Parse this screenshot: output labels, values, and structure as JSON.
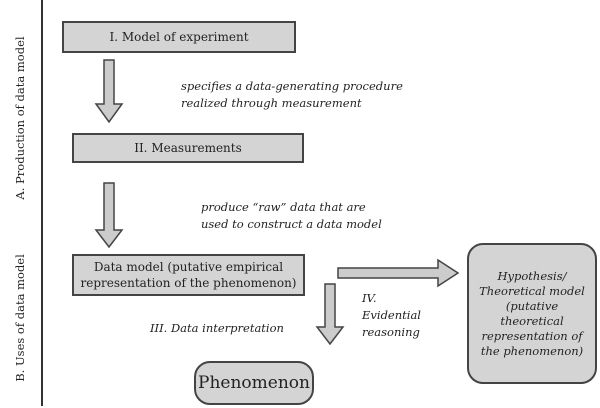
{
  "side_labels": {
    "production": "A. Production of data model",
    "uses": "B. Uses of data model"
  },
  "boxes": {
    "model_of_experiment": "I. Model of experiment",
    "measurements": "II. Measurements",
    "data_model": {
      "line1": "Data model (putative empirical",
      "line2": "representation of the phenomenon)"
    },
    "phenomenon": "Phenomenon",
    "hypothesis": {
      "line1": "Hypothesis/",
      "line2": "Theoretical model",
      "line3": "(putative",
      "line4": "theoretical",
      "line5": "representation of",
      "line6": "the phenomenon)"
    }
  },
  "annotations": {
    "specifies": {
      "line1": "specifies a data-generating procedure",
      "line2": "realized through measurement"
    },
    "produce": {
      "line1": "produce “raw” data that are",
      "line2": "used to construct a data model"
    },
    "interpretation": "III.  Data interpretation",
    "evidential": {
      "line1": "IV.",
      "line2": "Evidential",
      "line3": "reasoning"
    }
  },
  "colors": {
    "box_fill": "#d4d4d4",
    "border": "#444444",
    "arrow_fill": "#cccccc"
  }
}
